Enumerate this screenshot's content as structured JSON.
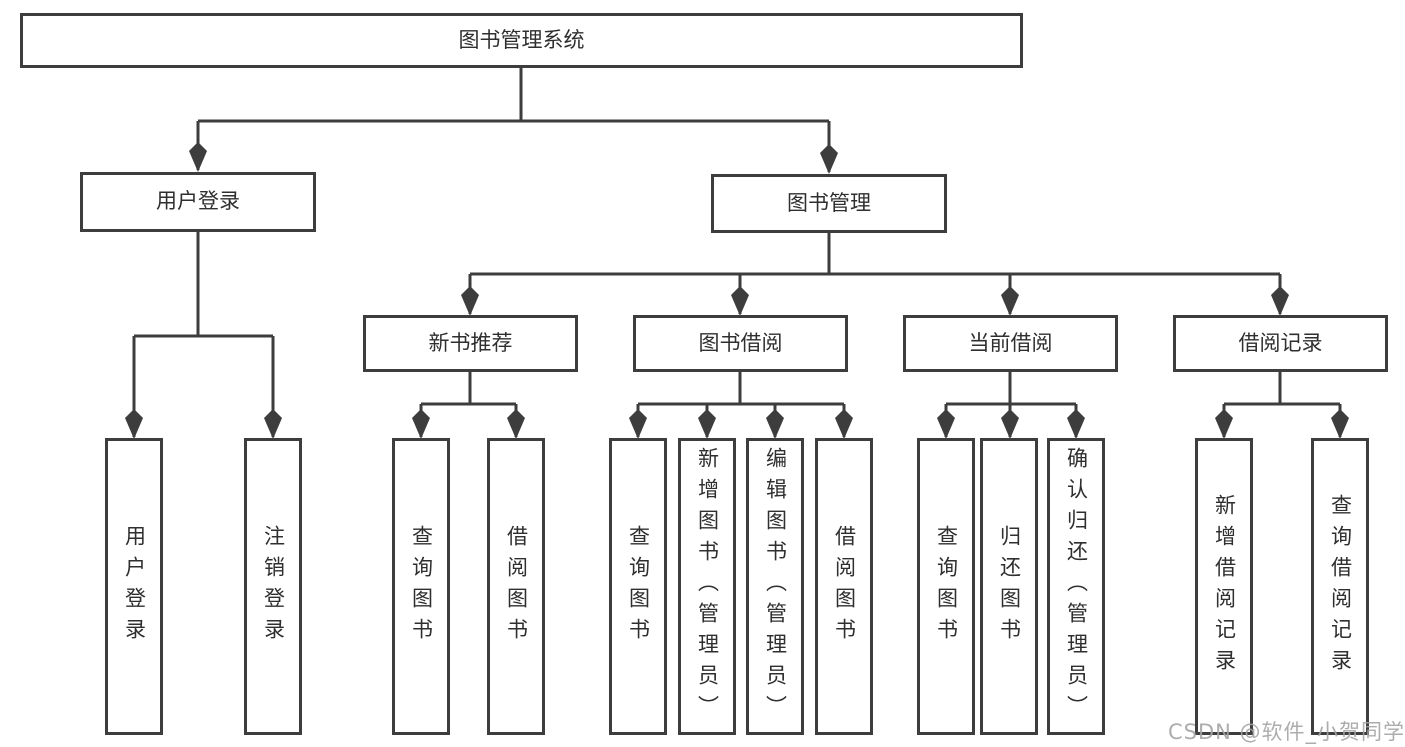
{
  "diagram": {
    "title": "图书管理系统",
    "tree": {
      "root": {
        "label": "图书管理系统"
      },
      "branches": [
        {
          "label": "用户登录",
          "children": [
            {
              "label": "用户登录"
            },
            {
              "label": "注销登录"
            }
          ]
        },
        {
          "label": "图书管理",
          "children": [
            {
              "label": "新书推荐",
              "children": [
                {
                  "label": "查询图书"
                },
                {
                  "label": "借阅图书"
                }
              ]
            },
            {
              "label": "图书借阅",
              "children": [
                {
                  "label": "查询图书"
                },
                {
                  "label": "新增图书（管理员）"
                },
                {
                  "label": "编辑图书（管理员）"
                },
                {
                  "label": "借阅图书"
                }
              ]
            },
            {
              "label": "当前借阅",
              "children": [
                {
                  "label": "查询图书"
                },
                {
                  "label": "归还图书"
                },
                {
                  "label": "确认归还（管理员）"
                }
              ]
            },
            {
              "label": "借阅记录",
              "children": [
                {
                  "label": "新增借阅记录"
                },
                {
                  "label": "查询借阅记录"
                }
              ]
            }
          ]
        }
      ]
    },
    "watermark": "CSDN @软件_小贺同学",
    "colors": {
      "line": "#3d3d3d",
      "border": "#3d3d3d",
      "text": "#2f2f2f",
      "background": "#ffffff",
      "watermark": "#a4a4a4"
    }
  }
}
